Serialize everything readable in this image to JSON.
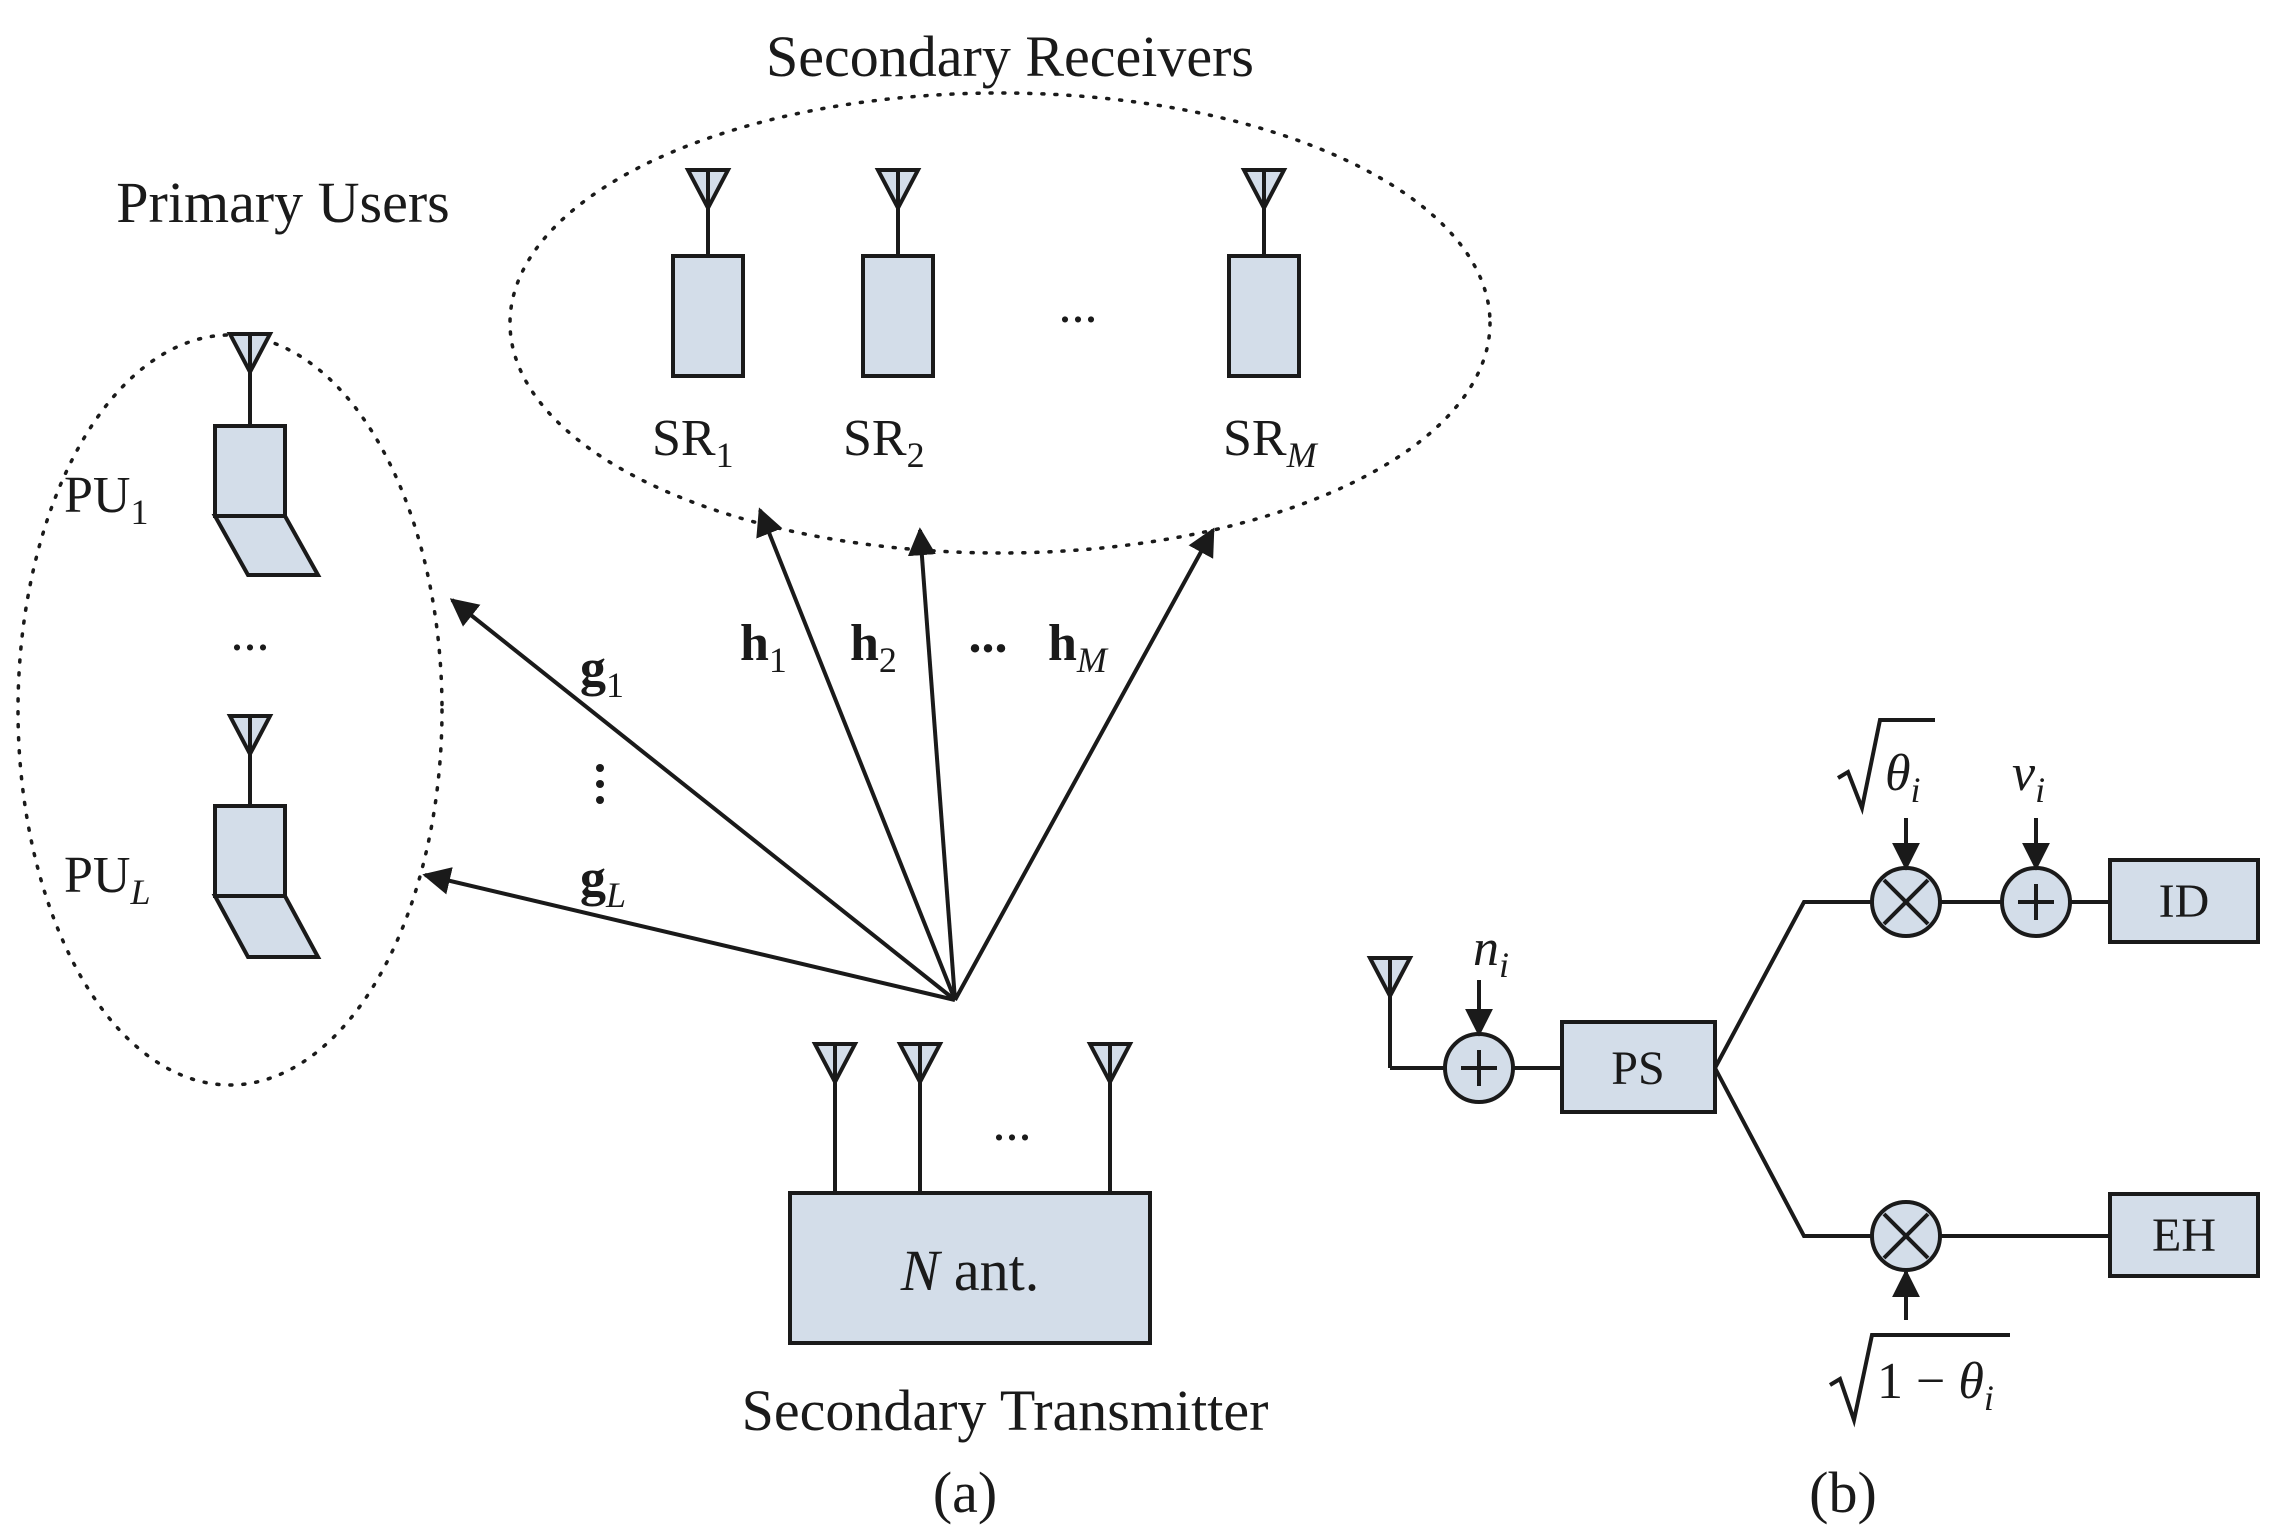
{
  "labels": {
    "secondary_receivers": "Secondary Receivers",
    "primary_users": "Primary Users",
    "secondary_transmitter": "Secondary Transmitter",
    "caption_a": "(a)",
    "caption_b": "(b)",
    "ellipsis": "..."
  },
  "secondary_receivers": [
    {
      "base": "SR",
      "sub": "1",
      "sub_italic": false
    },
    {
      "base": "SR",
      "sub": "2",
      "sub_italic": false
    },
    {
      "base": "SR",
      "sub": "M",
      "sub_italic": true
    }
  ],
  "primary_users": [
    {
      "base": "PU",
      "sub": "1",
      "sub_italic": false
    },
    {
      "base": "PU",
      "sub": "L",
      "sub_italic": true
    }
  ],
  "channels_h": [
    {
      "base": "h",
      "sub": "1",
      "sub_italic": false
    },
    {
      "base": "h",
      "sub": "2",
      "sub_italic": false
    },
    {
      "base": "h",
      "sub": "M",
      "sub_italic": true
    }
  ],
  "channels_g": [
    {
      "base": "g",
      "sub": "1",
      "sub_italic": false
    },
    {
      "base": "g",
      "sub": "L",
      "sub_italic": true
    }
  ],
  "transmitter": {
    "n": "N",
    "ant": " ant."
  },
  "receiver_chain": {
    "ps": "PS",
    "id": "ID",
    "eh": "EH",
    "noise_n": {
      "base": "n",
      "sub": "i"
    },
    "noise_v": {
      "base": "v",
      "sub": "i"
    },
    "sqrt_theta": {
      "base": "θ",
      "sub": "i"
    },
    "sqrt_one_minus_theta": {
      "prefix": "1 − ",
      "base": "θ",
      "sub": "i"
    }
  },
  "colors": {
    "box_fill": "#d3dde9",
    "stroke": "#1a1a1a"
  }
}
